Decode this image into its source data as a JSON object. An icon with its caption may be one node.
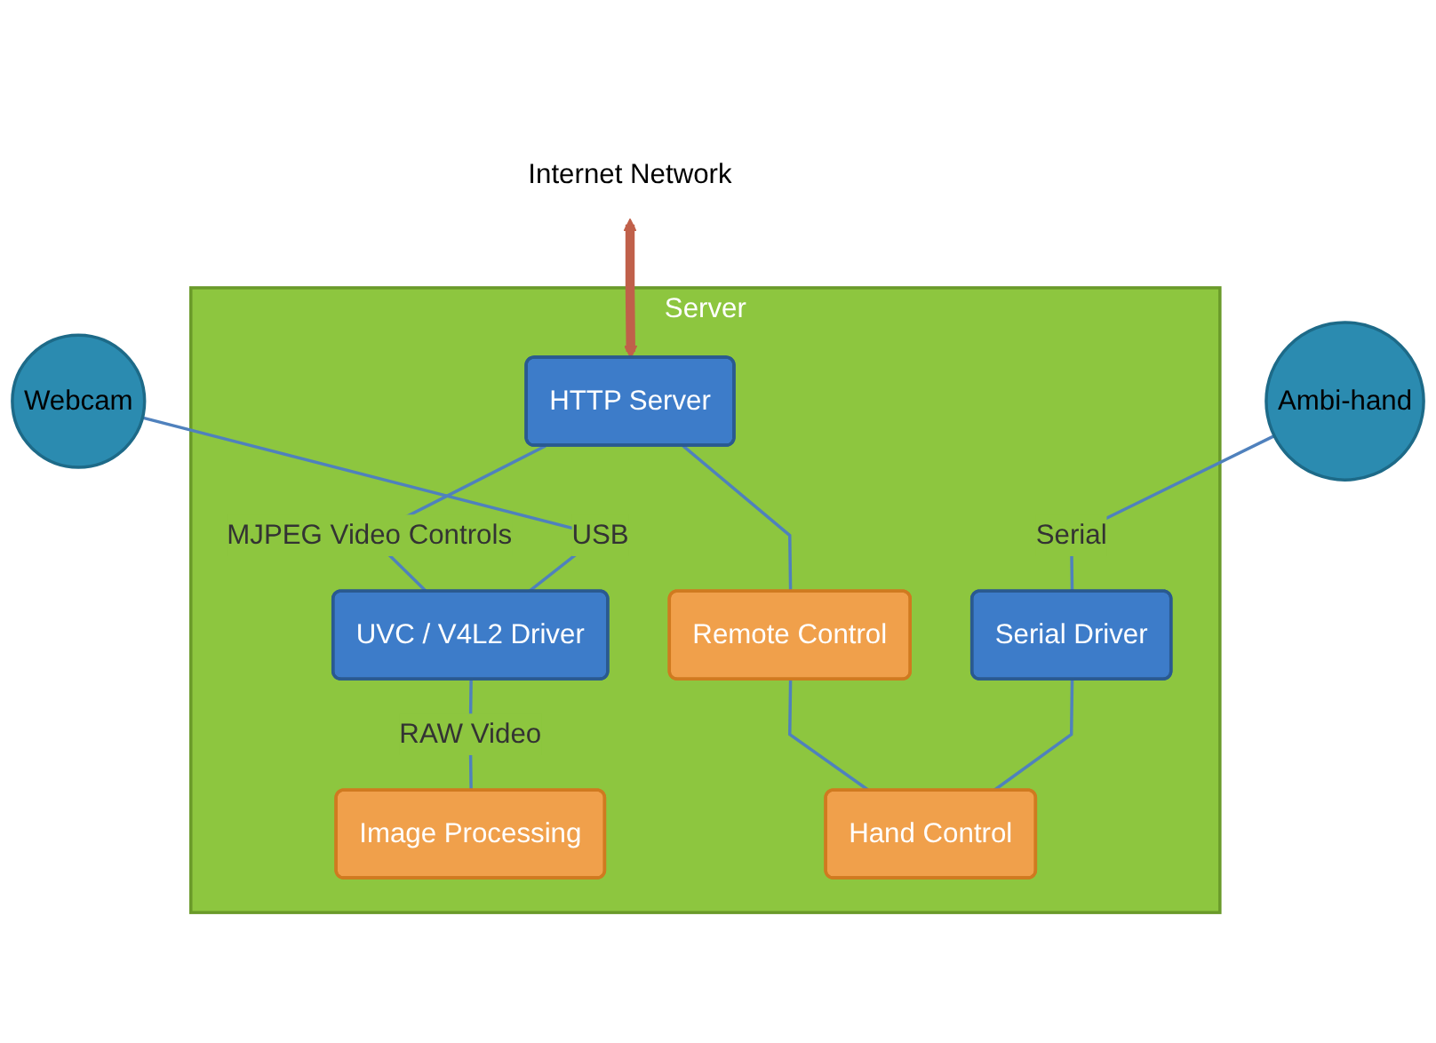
{
  "diagram": {
    "nodes": [
      {
        "text": [
          "Server"
        ]
      },
      {
        "text": [
          "HTTP Server"
        ],
        "in": 0
      },
      {
        "text": [
          "UVC / V4L2 Driver"
        ],
        "in": 0
      },
      {
        "text": [
          "Remote Control"
        ],
        "in": 0
      },
      {
        "text": [
          "Image Processing"
        ],
        "in": 0
      },
      {
        "text": [
          "Serial Driver"
        ],
        "in": 0
      },
      {
        "text": [
          "Hand Control"
        ],
        "in": 0
      },
      {
        "text": [
          "Webcam"
        ]
      },
      {
        "text": [
          "Ambi-hand"
        ]
      },
      {
        "text": [
          "Internet Network"
        ]
      }
    ],
    "edges": [
      {
        "from": 9,
        "to": 1,
        "arrow": "both",
        "style": "thick",
        "color": "#c0604a"
      },
      {
        "from": 1,
        "to": 2,
        "arrow": "none",
        "label": "MJPEG Video Controls"
      },
      {
        "from": 7,
        "to": 2,
        "arrow": "none",
        "label": "USB"
      },
      {
        "from": 2,
        "to": 4,
        "arrow": "none",
        "label": "RAW Video"
      },
      {
        "from": 1,
        "to": 3,
        "arrow": "none"
      },
      {
        "from": 3,
        "to": 6,
        "arrow": "none"
      },
      {
        "from": 8,
        "to": 5,
        "arrow": "none",
        "label": "Serial"
      },
      {
        "from": 5,
        "to": 6,
        "arrow": "none"
      }
    ]
  }
}
